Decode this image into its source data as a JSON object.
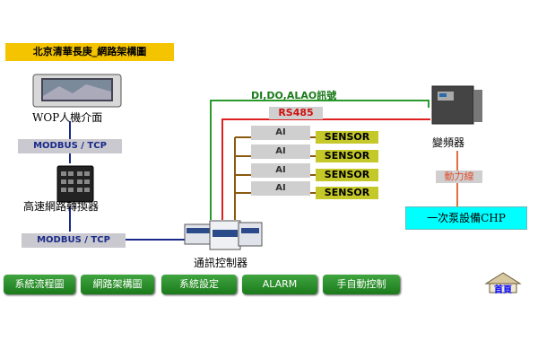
{
  "title": "北京清華長庚_網路架構圖",
  "devices": {
    "wop_label": "WOP人機介面",
    "switch_label": "高速網路轉換器",
    "controller_label": "通訊控制器",
    "vfd_label": "變頻器"
  },
  "links": {
    "modbus_top": "MODBUS / TCP",
    "modbus_bottom": "MODBUS / TCP",
    "dido": "DI,DO,ALAO訊號",
    "rs485": "RS485",
    "power": "動力線"
  },
  "ai_labels": [
    "AI",
    "AI",
    "AI",
    "AI"
  ],
  "sensor_labels": [
    "SENSOR",
    "SENSOR",
    "SENSOR",
    "SENSOR"
  ],
  "chp": "一次泵設備CHP",
  "nav": [
    "系統流程圖",
    "網路架構圖",
    "系統設定",
    "ALARM",
    "手自動控制"
  ],
  "home": "首頁",
  "colors": {
    "green_line": "#2a9a2a",
    "red_line": "#e02020",
    "brown_line": "#8a5a10",
    "orange_line": "#e07040",
    "blue_line": "#1a2a8a"
  }
}
